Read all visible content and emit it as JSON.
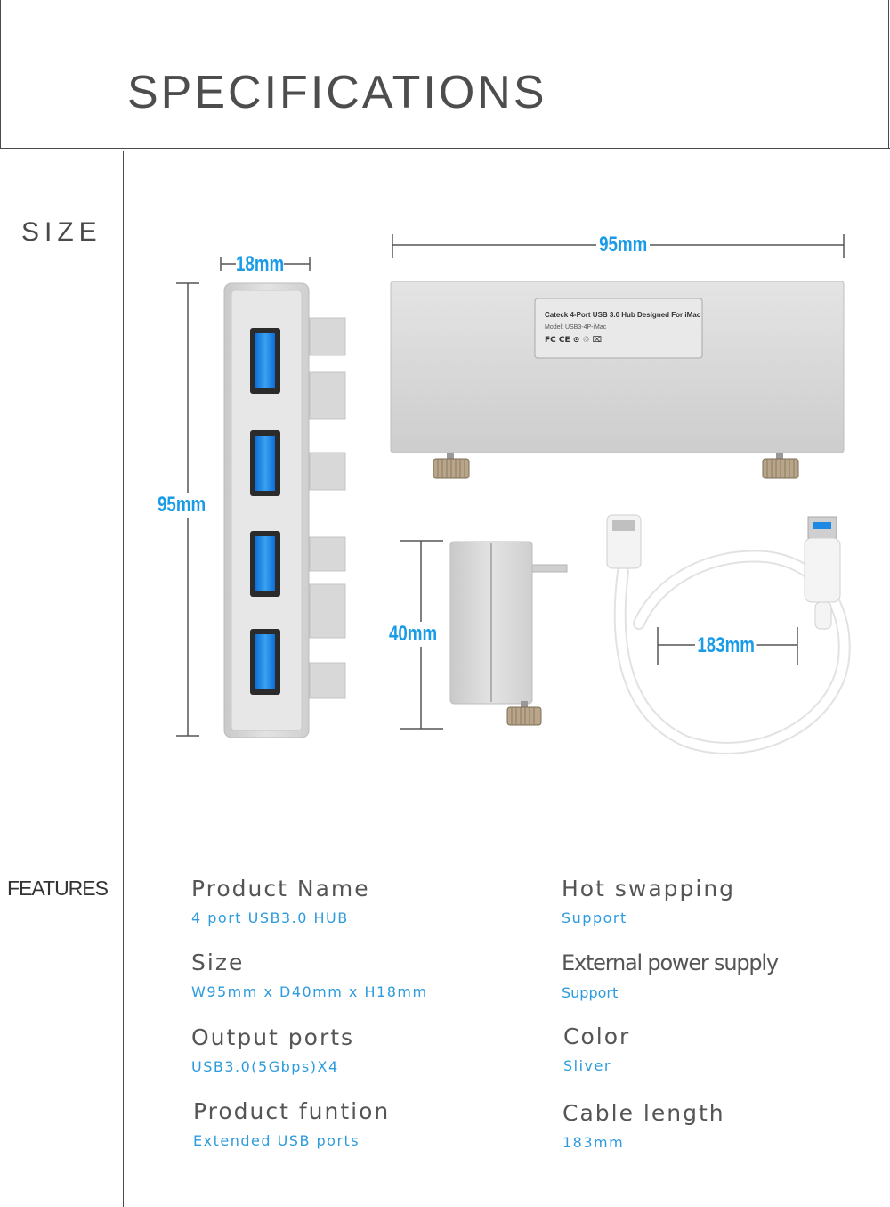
{
  "heading": "SPECIFICATIONS",
  "sections": {
    "size": "SIZE",
    "features": "FEATURES"
  },
  "dimensions": {
    "width_top": "18mm",
    "length_front": "95mm",
    "length_side": "95mm",
    "depth": "40mm",
    "cable": "183mm"
  },
  "product_label": {
    "line1": "Cateck   4-Port USB 3.0 Hub Designed For iMac",
    "line2": "Model: USB3-4P-iMac",
    "line3": "FC CE ⊙ ♲ ⌧"
  },
  "features": [
    {
      "title": "Product Name",
      "value": "4 port USB3.0 HUB"
    },
    {
      "title": "Hot swapping",
      "value": "Support"
    },
    {
      "title": "Size",
      "value": "W95mm x D40mm x H18mm"
    },
    {
      "title": "External power supply",
      "value": "Support"
    },
    {
      "title": "Output ports",
      "value": "USB3.0(5Gbps)X4"
    },
    {
      "title": "Color",
      "value": "Sliver"
    },
    {
      "title": "Product funtion",
      "value": "Extended USB ports"
    },
    {
      "title": "Cable length",
      "value": "183mm"
    }
  ],
  "colors": {
    "accent": "#1a9be8",
    "feature_value": "#2d9bdc",
    "rule": "#4a4a4a",
    "aluminium": "#d6d6d6",
    "usb_port": "#1e88e5"
  },
  "icons": [
    "usb-port-icon",
    "thumb-screw-icon"
  ]
}
